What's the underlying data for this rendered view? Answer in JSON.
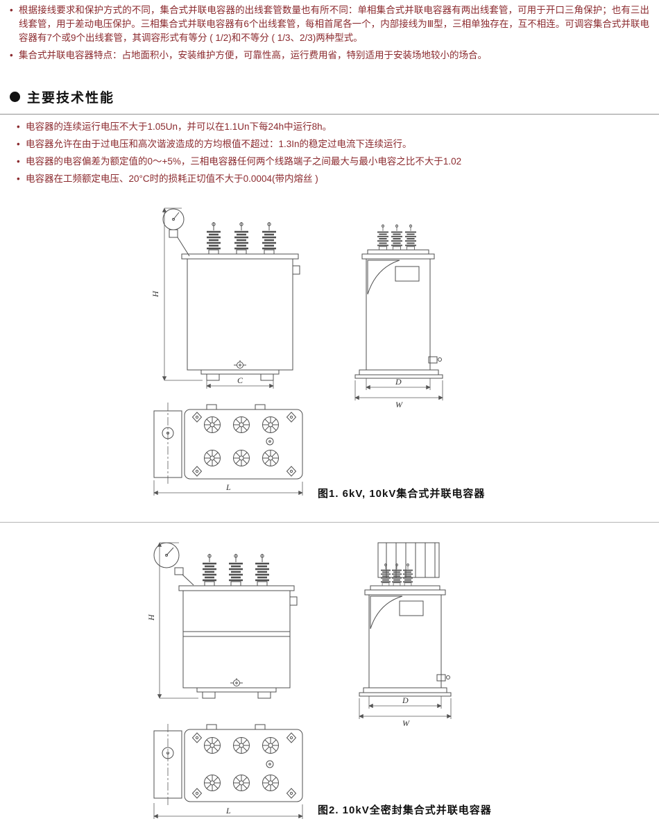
{
  "intro_bullets": [
    "根据接线要求和保护方式的不同，集合式并联电容器的出线套管数量也有所不同：单相集合式并联电容器有两出线套管，可用于开口三角保护；也有三出线套管，用于差动电压保护。三相集合式并联电容器有6个出线套管，每相首尾各一个，内部接线为Ⅲ型，三相单独存在，互不相连。可调容集合式并联电容器有7个或9个出线套管，其调容形式有等分 ( 1/2)和不等分 ( 1/3、2/3)两种型式。",
    "集合式并联电容器特点：占地面积小，安装维护方便，可靠性高，运行费用省，特别适用于安装场地较小的场合。"
  ],
  "section": {
    "title": "主要技术性能",
    "bullets": [
      "电容器的连续运行电压不大于1.05Un，并可以在1.1Un下每24h中运行8h。",
      "电容器允许在由于过电压和高次谐波造成的方均根值不超过：1.3In的稳定过电流下连续运行。",
      "电容器的电容偏差为额定值的0～+5%，三相电容器任何两个线路端子之间最大与最小电容之比不大于1.02",
      "电容器在工频额定电压、20°C时的损耗正切值不大于0.0004(带内熔丝 )"
    ]
  },
  "figure1": {
    "caption": "图1. 6kV, 10kV集合式并联电容器",
    "dims": {
      "H": "H",
      "C": "C",
      "D": "D",
      "W": "W",
      "L": "L"
    }
  },
  "figure2": {
    "caption": "图2. 10kV全密封集合式并联电容器",
    "dims": {
      "H": "H",
      "D": "D",
      "W": "W",
      "L": "L"
    }
  }
}
